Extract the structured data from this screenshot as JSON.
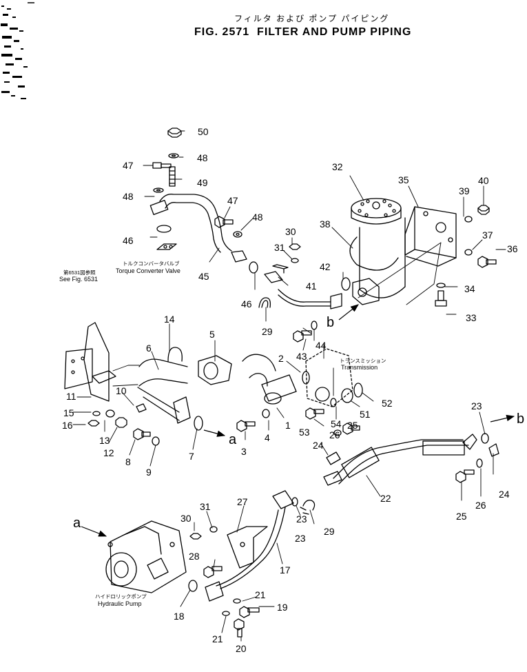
{
  "title": {
    "jp": "フィルタ および ポンプ パイピング",
    "fig": "FIG. 2571",
    "en": "FILTER AND PUMP PIPING"
  },
  "labels": {
    "see_fig_jp": "第6531図参照",
    "see_fig_en": "See Fig. 6531",
    "torque_jp": "トルクコンバータバルブ",
    "torque_en": "Torque Converter Valve",
    "trans_jp": "トランスミッション",
    "trans_en": "Transmission",
    "pump_jp": "ハイドロリックポンプ",
    "pump_en": "Hydraulic Pump"
  },
  "callouts": [
    "50",
    "48",
    "47",
    "49",
    "48",
    "47",
    "48",
    "46",
    "45",
    "30",
    "31",
    "46",
    "41",
    "29",
    "42",
    "32",
    "38",
    "35",
    "39",
    "40",
    "37",
    "36",
    "34",
    "33",
    "14",
    "6",
    "5",
    "2",
    "43",
    "44",
    "11",
    "10",
    "15",
    "13",
    "16",
    "12",
    "8",
    "9",
    "7",
    "3",
    "4",
    "1",
    "53",
    "54",
    "51",
    "52",
    "26",
    "25",
    "24",
    "23",
    "22",
    "23",
    "24",
    "25",
    "26",
    "27",
    "31",
    "30",
    "28",
    "17",
    "23",
    "29",
    "21",
    "19",
    "18",
    "21",
    "20"
  ],
  "arrow_letters": [
    "a",
    "b",
    "b",
    "a"
  ]
}
